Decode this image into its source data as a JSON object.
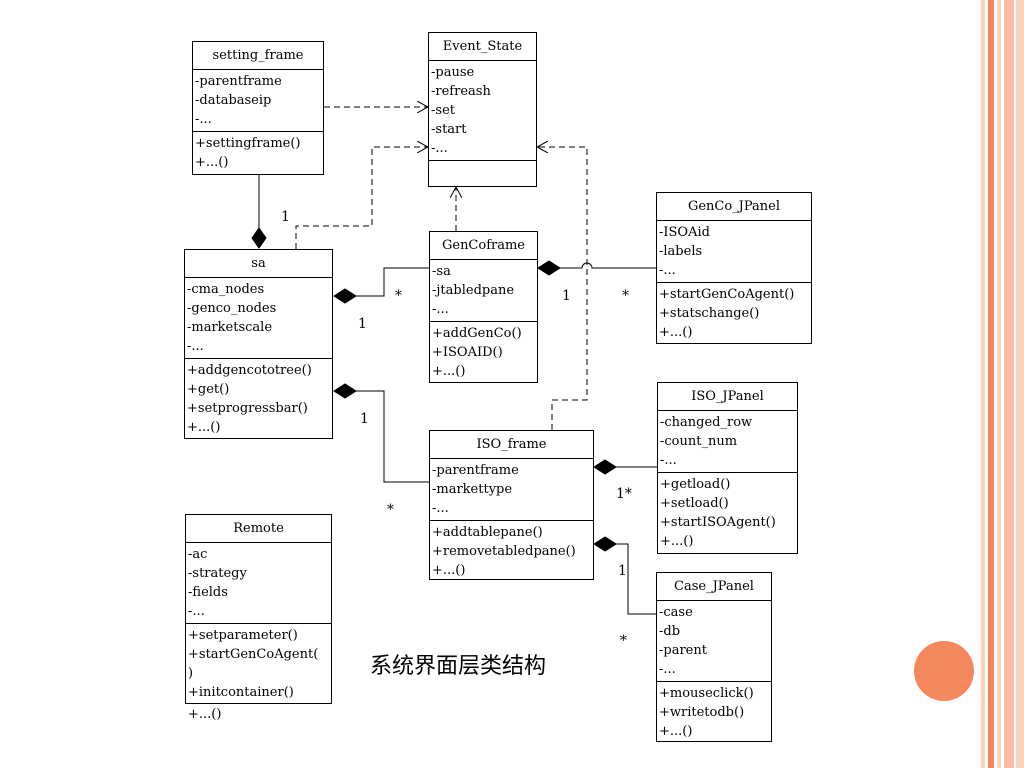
{
  "theme": {
    "stripe_dark": "#f5875d",
    "stripe_light": "#fbd3bd",
    "bubble": "#f5875d"
  },
  "caption": "系统界面层类结构",
  "classes": {
    "setting_frame": {
      "name": "setting_frame",
      "attrs": [
        "-parentframe",
        "-databaseip",
        "-..."
      ],
      "ops": [
        "+settingframe()",
        "+...()"
      ]
    },
    "event_state": {
      "name": "Event_State",
      "attrs": [
        "-pause",
        "-refreash",
        "-set",
        "-start",
        "-..."
      ],
      "ops": []
    },
    "genco_jpanel": {
      "name": "GenCo_JPanel",
      "attrs": [
        "-ISOAid",
        "-labels",
        "-..."
      ],
      "ops": [
        "+startGenCoAgent()",
        "+statschange()",
        "+...()"
      ]
    },
    "sa": {
      "name": "sa",
      "attrs": [
        "-cma_nodes",
        "-genco_nodes",
        "-marketscale",
        "-..."
      ],
      "ops": [
        "+addgencototree()",
        "+get()",
        "+setprogressbar()",
        "+...()"
      ]
    },
    "gencoframe": {
      "name": "GenCoframe",
      "attrs": [
        "-sa",
        "-jtabledpane",
        "-..."
      ],
      "ops": [
        "+addGenCo()",
        "+ISOAID()",
        "+...()"
      ]
    },
    "iso_jpanel": {
      "name": "ISO_JPanel",
      "attrs": [
        "-changed_row",
        "-count_num",
        "-..."
      ],
      "ops": [
        "+getload()",
        "+setload()",
        "+startISOAgent()",
        "+...()"
      ]
    },
    "iso_frame": {
      "name": "ISO_frame",
      "attrs": [
        "-parentframe",
        "-markettype",
        "-..."
      ],
      "ops": [
        "+addtablepane()",
        "+removetabledpane()",
        "+...()"
      ]
    },
    "remote": {
      "name": "Remote",
      "attrs": [
        "-ac",
        "-strategy",
        "-fields",
        "-..."
      ],
      "ops": [
        "+setparameter()",
        "+startGenCoAgent(",
        ")",
        "+initcontainer()",
        "+...()"
      ]
    },
    "case_jpanel": {
      "name": "Case_JPanel",
      "attrs": [
        "-case",
        "-db",
        "-parent",
        "-..."
      ],
      "ops": [
        "+mouseclick()",
        "+writetodb()",
        "+...()"
      ]
    }
  },
  "multiplicities": {
    "sa_setting_one": "1",
    "sa_genco_star": "*",
    "sa_genco_one": "1",
    "genco_panel_one": "1",
    "genco_panel_star": "*",
    "sa_iso_one": "1",
    "sa_iso_star": "*",
    "iso_panel": "1*",
    "iso_case_one": "1",
    "iso_case_star": "*"
  }
}
